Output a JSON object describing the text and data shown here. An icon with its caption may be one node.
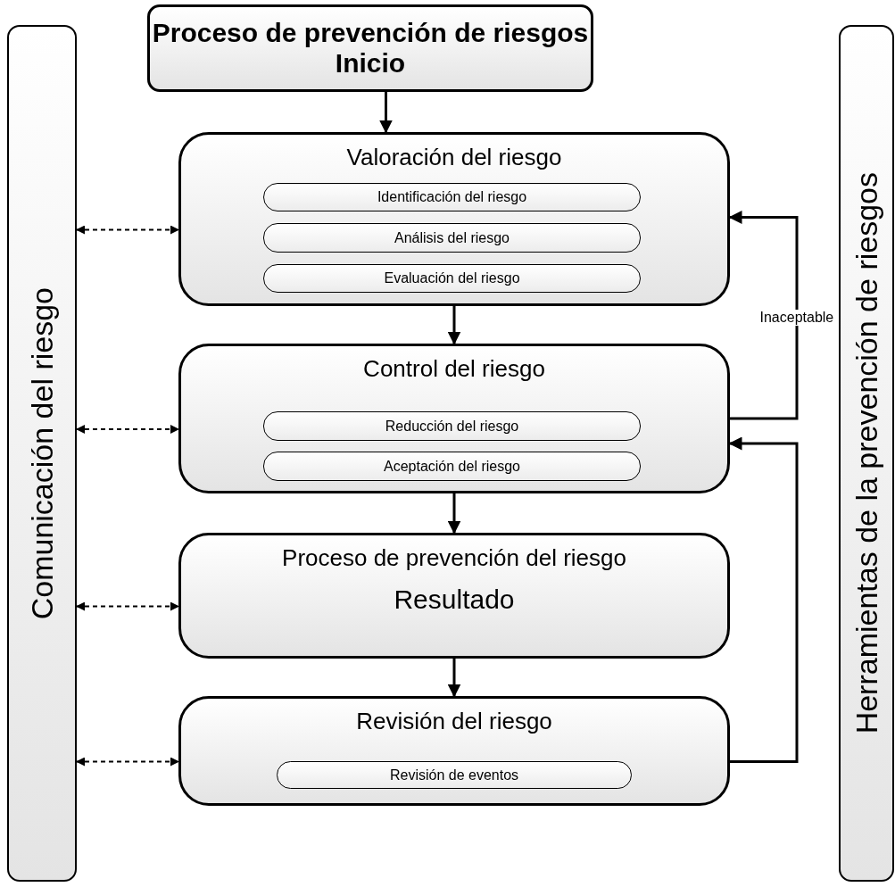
{
  "diagram": {
    "nodes": [
      {
        "text": [
          "Proceso de prevención de riesgos Inicio"
        ]
      },
      {
        "text": [
          "Comunicación del riesgo"
        ]
      },
      {
        "text": [
          "Herramientas de la prevención de riesgos"
        ]
      },
      {
        "text": [
          "Valoración del riesgo"
        ]
      },
      {
        "text": [
          "Identificación del riesgo"
        ],
        "in": 3
      },
      {
        "text": [
          "Análisis del riesgo"
        ],
        "in": 3
      },
      {
        "text": [
          "Evaluación del riesgo"
        ],
        "in": 3
      },
      {
        "text": [
          "Control del riesgo"
        ]
      },
      {
        "text": [
          "Reducción del riesgo"
        ],
        "in": 7
      },
      {
        "text": [
          "Aceptación del riesgo"
        ],
        "in": 7
      },
      {
        "text": [
          "Proceso de prevención del riesgo",
          "Resultado"
        ]
      },
      {
        "text": [
          "Revisión del riesgo"
        ]
      },
      {
        "text": [
          "Revisión de eventos"
        ],
        "in": 11
      }
    ],
    "edges": [
      {
        "from": 0,
        "to": 3,
        "arrow": "to"
      },
      {
        "from": 1,
        "to": 3,
        "arrow": "both",
        "style": "dashed"
      },
      {
        "from": 3,
        "to": 7,
        "arrow": "to"
      },
      {
        "from": 7,
        "to": 3,
        "arrow": "to",
        "label": "Inaceptable"
      },
      {
        "from": 1,
        "to": 7,
        "arrow": "both",
        "style": "dashed"
      },
      {
        "from": 11,
        "to": 7,
        "arrow": "to"
      },
      {
        "from": 7,
        "to": 10,
        "arrow": "to"
      },
      {
        "from": 1,
        "to": 10,
        "arrow": "both",
        "style": "dashed"
      },
      {
        "from": 10,
        "to": 11,
        "arrow": "to"
      },
      {
        "from": 1,
        "to": 11,
        "arrow": "both",
        "style": "dashed"
      }
    ]
  }
}
